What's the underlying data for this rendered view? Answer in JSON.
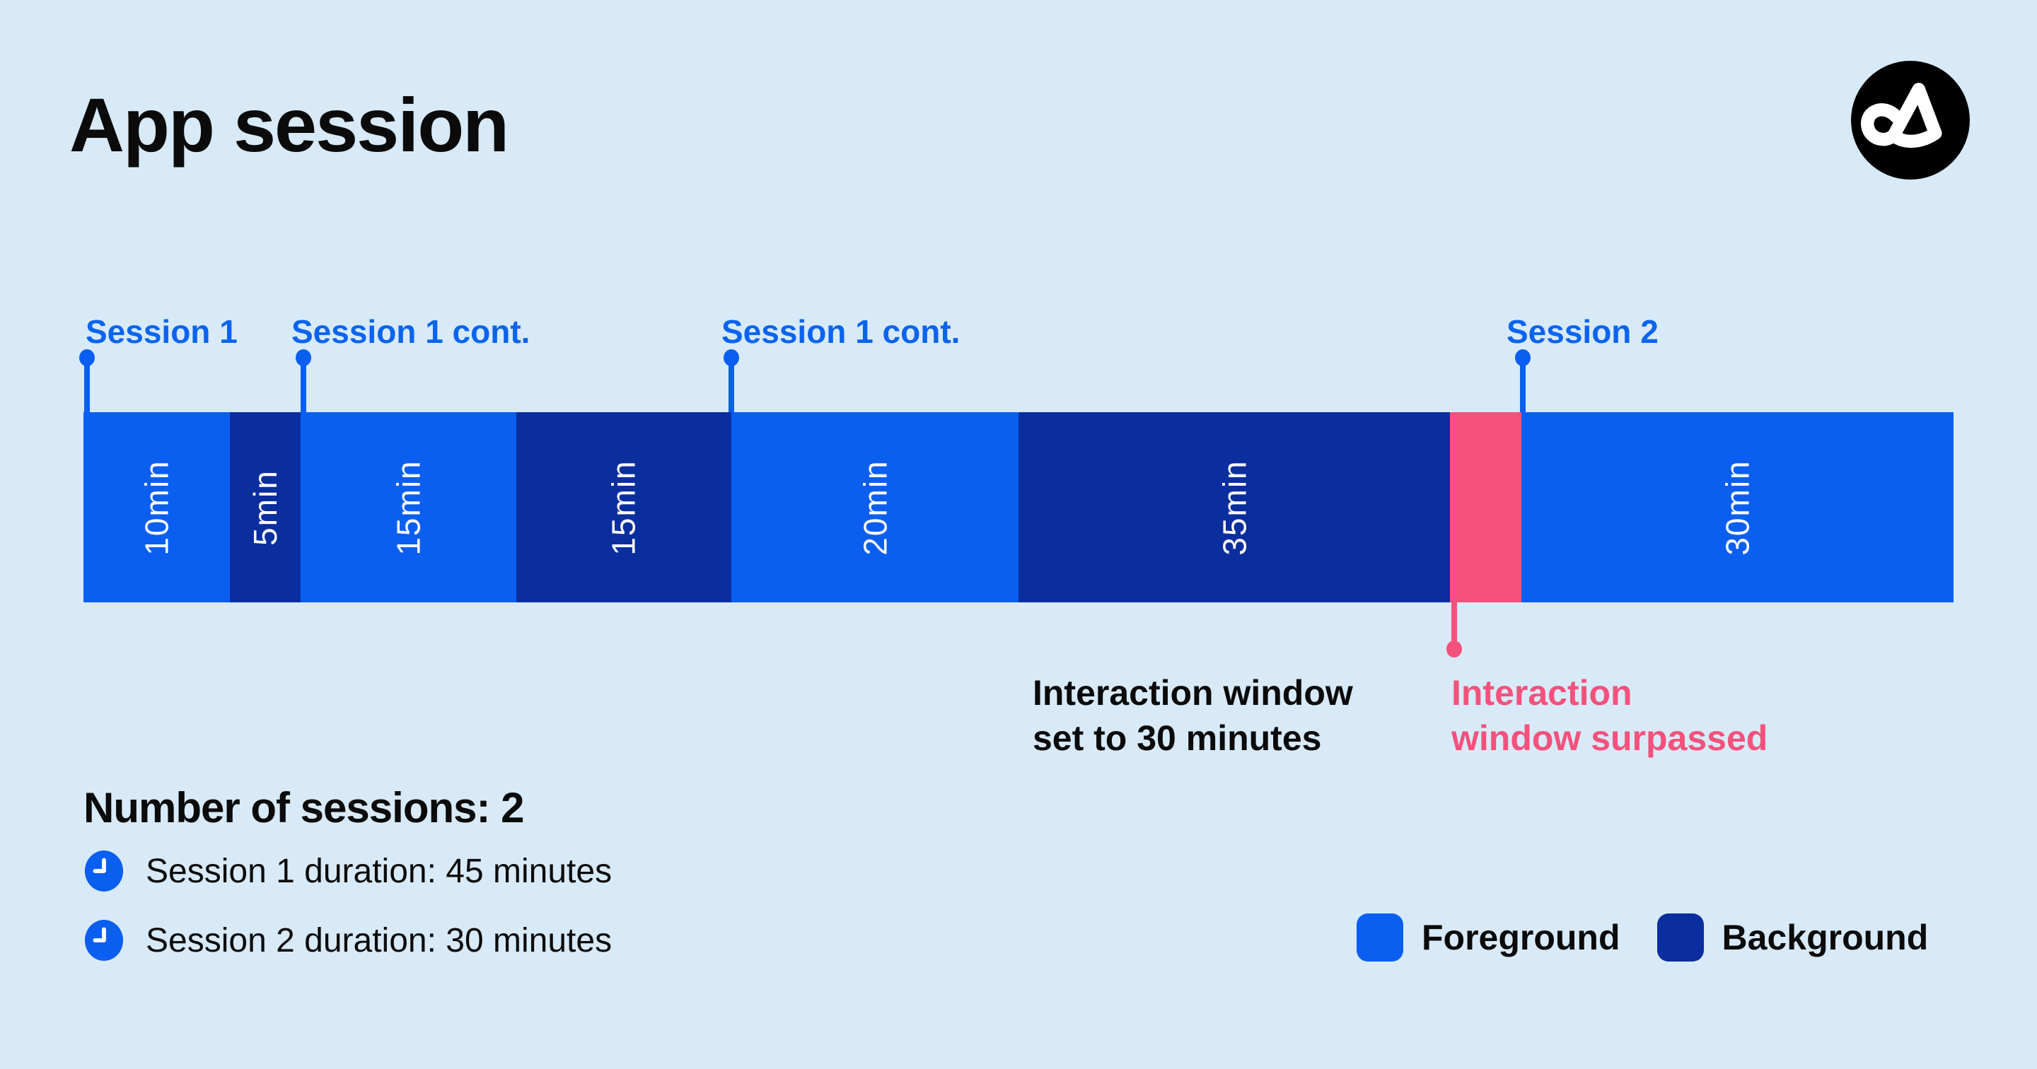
{
  "title": "App session",
  "colors": {
    "page_bg": "#D8EAF8",
    "foreground": "#0B5FF0",
    "background": "#0A2E9E",
    "surpassed": "#F4517C",
    "marker_text": "#0A64F0",
    "text": "#0B0B0B"
  },
  "session_markers": [
    {
      "label": "Session 1"
    },
    {
      "label": "Session 1 cont."
    },
    {
      "label": "Session 1 cont."
    },
    {
      "label": "Session 2"
    }
  ],
  "timeline": {
    "segments": [
      {
        "label": "10min",
        "minutes": 10,
        "type": "foreground",
        "width_pct": 7.83
      },
      {
        "label": "5min",
        "minutes": 5,
        "type": "background",
        "width_pct": 3.78
      },
      {
        "label": "15min",
        "minutes": 15,
        "type": "foreground",
        "width_pct": 11.54
      },
      {
        "label": "15min",
        "minutes": 15,
        "type": "background",
        "width_pct": 11.5
      },
      {
        "label": "20min",
        "minutes": 20,
        "type": "foreground",
        "width_pct": 15.36
      },
      {
        "label": "35min",
        "minutes": 35,
        "type": "background",
        "width_pct": 23.07
      },
      {
        "label": "",
        "minutes": 5,
        "type": "surpassed",
        "width_pct": 3.82
      },
      {
        "label": "30min",
        "minutes": 30,
        "type": "foreground",
        "width_pct": 23.1
      }
    ]
  },
  "annotations": {
    "window_set": {
      "line1": "Interaction window",
      "line2": "set to 30 minutes"
    },
    "window_surpassed": {
      "line1": "Interaction",
      "line2": "window surpassed"
    }
  },
  "summary": {
    "heading": "Number of sessions: 2",
    "rows": [
      {
        "icon": "clock-icon",
        "text": "Session 1 duration: 45 minutes"
      },
      {
        "icon": "clock-icon",
        "text": "Session 2 duration: 30 minutes"
      }
    ]
  },
  "legend": [
    {
      "label": "Foreground",
      "color": "#0B5FF0"
    },
    {
      "label": "Background",
      "color": "#0A2E9E"
    }
  ]
}
